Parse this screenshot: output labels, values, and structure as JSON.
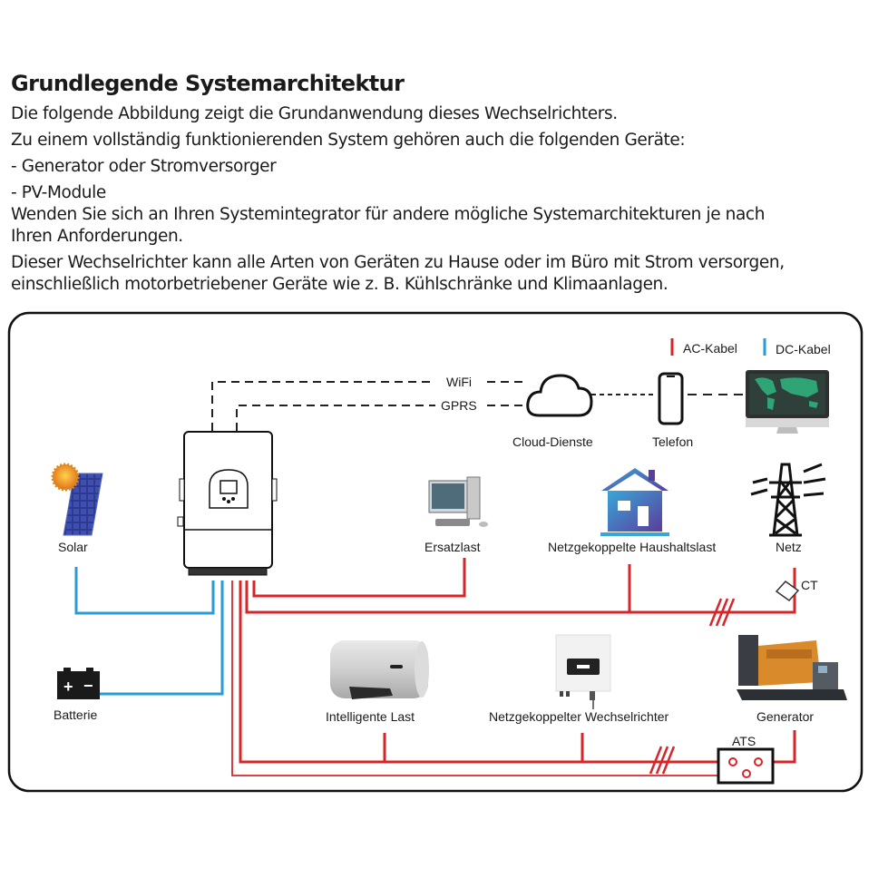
{
  "header": {
    "title": "Grundlegende Systemarchitektur",
    "paragraphs": [
      "Die folgende Abbildung zeigt die Grundanwendung dieses Wechselrichters.",
      "Zu einem vollständig funktionierenden System gehören auch die folgenden Geräte:",
      "- Generator oder Stromversorger",
      "- PV-Module",
      "Wenden Sie sich an Ihren Systemintegrator für andere mögliche Systemarchitekturen je nach",
      "Ihren Anforderungen.",
      "Dieser Wechselrichter kann alle Arten von Geräten zu Hause oder im Büro mit Strom versorgen,",
      "einschließlich motorbetriebener Geräte wie z. B. Kühlschränke und Klimaanlagen."
    ]
  },
  "legend": {
    "ac": {
      "label": "AC-Kabel",
      "color": "#d7262a"
    },
    "dc": {
      "label": "DC-Kabel",
      "color": "#2a9bd6"
    }
  },
  "links": {
    "wifi": "WiFi",
    "gprs": "GPRS"
  },
  "nodes": {
    "cloud": "Cloud-Dienste",
    "phone": "Telefon",
    "solar": "Solar",
    "backup_load": "Ersatzlast",
    "home_load": "Netzgekoppelte Haushaltslast",
    "grid": "Netz",
    "ct": "CT",
    "battery": "Batterie",
    "smart_load": "Intelligente Last",
    "grid_tie_inverter": "Netzgekoppelter Wechselrichter",
    "generator": "Generator",
    "ats": "ATS",
    "battery_plus": "+",
    "battery_minus": "−"
  },
  "colors": {
    "ac": "#d7262a",
    "dc": "#2a9bd6",
    "house_top": "#3aa6d8",
    "house_bottom": "#5a3d9c"
  }
}
